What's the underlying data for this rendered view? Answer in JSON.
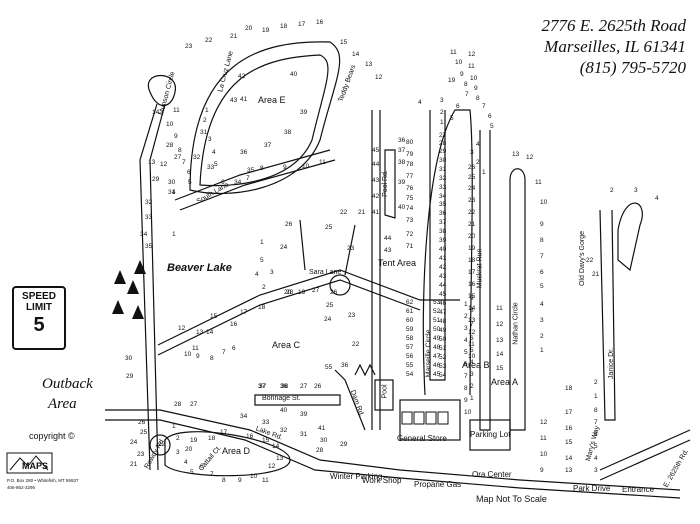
{
  "address": {
    "street": "2776 E. 2625th Road",
    "city": "Marseilles, IL 61341",
    "phone": "(815) 795-5720"
  },
  "speed_sign": {
    "line1": "SPEED",
    "line2": "LIMIT",
    "value": "5"
  },
  "map_labels": {
    "beaver_lake": "Beaver Lake",
    "outback_line1": "Outback",
    "outback_line2": "Area",
    "area_e": "Area E",
    "area_c": "Area C",
    "area_d": "Area D",
    "area_b": "Area B",
    "area_a": "Area A",
    "tent_area": "Tent Area",
    "general_store": "General Store",
    "parking_lot": "Parking Lot",
    "winter_parking": "Winter Parking",
    "work_shop": "Work Shop",
    "propane_gas": "Propane Gas",
    "ora_center": "Ora Center",
    "park_drive": "Park Drive",
    "entrance": "Entrance",
    "map_not_to_scale": "Map Not To Scale",
    "bonnage_st": "Bonnage St.",
    "sara_lane": "Sara Lane",
    "pool": "Pool",
    "copyright": "copyright ©",
    "publisher": "MAPS",
    "publisher_addr": "P.O. Box 280 • Whitefish, MT 59937",
    "publisher_phone": "406-862-3296"
  },
  "rotated_labels": {
    "munson_circle": "Munson Circle",
    "la_cruz_lane": "La Cruz Lane",
    "teddy_bears": "Teddy Bears",
    "south_lane": "South Lane",
    "pool_rd": "Pool Rd.",
    "muskrat_run": "Muskrat Run",
    "nathan_circle": "Nathan Circle",
    "old_davys_gorge": "Old Davy's Gorge",
    "janice_dr": "Janice Dr.",
    "lakeview": "Lake Rd.",
    "e2625th": "E. 2625th Rd.",
    "marys_way": "Mary's Way",
    "dam_rd": "Dam Rd.",
    "cattail_ct": "Cattail Ct.",
    "rowdy_rd": "Rowdy Rd.",
    "marysville_circle": "Marseille Circle"
  },
  "site_numbers": {
    "top_loop": [
      "23",
      "22",
      "21",
      "20",
      "19",
      "18",
      "17",
      "16",
      "15",
      "14",
      "13",
      "12"
    ],
    "area_e": [
      "42",
      "41",
      "40",
      "43",
      "39",
      "38",
      "37",
      "36",
      "35",
      "34",
      "33",
      "32",
      "31"
    ],
    "area_e_inner": [
      "1",
      "2",
      "3",
      "4",
      "5",
      "6",
      "7",
      "8",
      "9",
      "10",
      "11"
    ],
    "west_col": [
      "1",
      "4",
      "5",
      "6",
      "7",
      "8",
      "9",
      "10",
      "11",
      "12",
      "13",
      "14"
    ],
    "west_col2": [
      "28",
      "27",
      "29",
      "30",
      "31",
      "32",
      "33",
      "34",
      "35"
    ],
    "center": [
      "26",
      "25",
      "24",
      "23",
      "22",
      "21",
      "20",
      "19",
      "18",
      "17",
      "16",
      "15",
      "14",
      "13",
      "12",
      "11",
      "10",
      "9",
      "8",
      "7",
      "6",
      "5",
      "4",
      "3",
      "2",
      "1"
    ],
    "area_c": [
      "28",
      "27",
      "26",
      "25",
      "24",
      "23",
      "22",
      "55",
      "36",
      "37",
      "38"
    ],
    "north_col": [
      "36",
      "37",
      "38",
      "39",
      "40",
      "45",
      "44",
      "43",
      "42",
      "41",
      "80",
      "79",
      "78",
      "77",
      "76",
      "75",
      "74",
      "73",
      "72",
      "71"
    ],
    "center_col": [
      "27",
      "28",
      "29",
      "30",
      "31",
      "32",
      "33",
      "34",
      "35",
      "36",
      "37",
      "38",
      "39",
      "40",
      "41",
      "42",
      "43",
      "44",
      "45",
      "46",
      "47",
      "48",
      "49",
      "50",
      "51",
      "52",
      "53",
      "54"
    ],
    "right_col": [
      "26",
      "25",
      "24",
      "23",
      "22",
      "21",
      "20",
      "19",
      "18",
      "17",
      "16",
      "15",
      "14",
      "13",
      "12",
      "11",
      "10",
      "9",
      "8",
      "7",
      "6",
      "5",
      "4",
      "3",
      "2",
      "1"
    ],
    "far_right": [
      "13",
      "12",
      "11",
      "10",
      "9",
      "8",
      "7",
      "6",
      "5",
      "4",
      "3",
      "2",
      "1"
    ],
    "tent": [
      "62",
      "61",
      "60",
      "59",
      "58",
      "57",
      "56",
      "55",
      "54",
      "53",
      "52",
      "51",
      "50",
      "49",
      "48",
      "47",
      "46",
      "45",
      "44",
      "43"
    ],
    "outback": [
      "30",
      "29",
      "28",
      "27",
      "26",
      "25",
      "24",
      "23",
      "22",
      "21"
    ],
    "area_d": [
      "1",
      "2",
      "3",
      "4",
      "5",
      "6",
      "7",
      "8",
      "9",
      "10",
      "11",
      "12",
      "13",
      "14",
      "15",
      "16",
      "17",
      "18",
      "19",
      "20"
    ],
    "bonnage": [
      "37",
      "36",
      "27",
      "26",
      "34",
      "33",
      "32",
      "31",
      "30",
      "29",
      "28",
      "40",
      "39",
      "41"
    ],
    "davys": [
      "2",
      "3",
      "4",
      "21",
      "22",
      "18",
      "17",
      "16",
      "15",
      "14",
      "13",
      "12",
      "11",
      "10",
      "9",
      "8",
      "7",
      "6",
      "5",
      "4",
      "3",
      "2",
      "1"
    ],
    "north_right": [
      "12",
      "11",
      "10",
      "9",
      "8",
      "7",
      "6",
      "5",
      "4",
      "3",
      "2",
      "1",
      "19"
    ],
    "area_b_col": [
      "1",
      "2",
      "3",
      "4",
      "5",
      "6",
      "7",
      "8",
      "9",
      "10",
      "11",
      "12",
      "13",
      "14",
      "15"
    ],
    "top_right": [
      "11",
      "10",
      "9",
      "8",
      "7",
      "6",
      "5",
      "4",
      "3",
      "2",
      "1"
    ]
  }
}
